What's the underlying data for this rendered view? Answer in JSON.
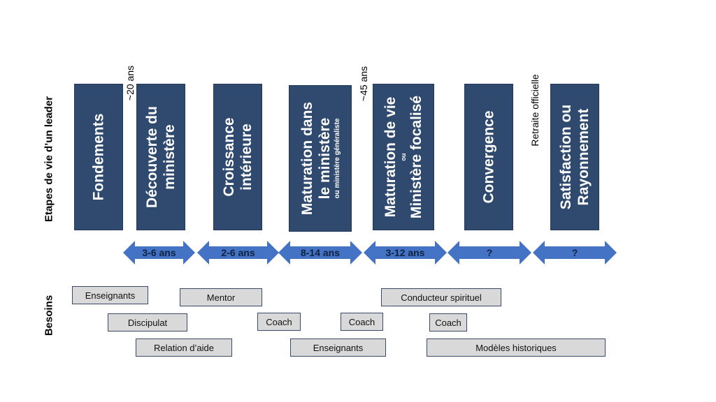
{
  "left_labels": {
    "stages": "Etapes de vie d’un leader",
    "needs": "Besoins"
  },
  "stages": [
    {
      "lines": [
        "Fondements"
      ]
    },
    {
      "lines": [
        "Découverte du",
        "ministère"
      ]
    },
    {
      "lines": [
        "Croissance",
        "intérieure"
      ]
    },
    {
      "lines": [
        "Maturation dans",
        "le ministère"
      ],
      "sub": "ou ministère généraliste"
    },
    {
      "lines": [
        "Maturation de vie"
      ],
      "mid": "ou",
      "lines2": [
        "Ministère focalisé"
      ]
    },
    {
      "lines": [
        "Convergence"
      ]
    },
    {
      "lines": [
        "Satisfaction ou",
        "Rayonnement"
      ]
    }
  ],
  "age_notes": [
    "~20 ans",
    "~45 ans",
    "Retraite officielle"
  ],
  "arrows": [
    "3-6 ans",
    "2-6 ans",
    "8-14 ans",
    "3-12 ans",
    "?",
    "?"
  ],
  "colors": {
    "stage_fill": "#2f4a6e",
    "arrow_fill": "#4472c4",
    "arrow_text": "#0f2340",
    "need_fill": "#d9d9d9",
    "need_border": "#3a4a66"
  },
  "needs": [
    "Enseignants",
    "Mentor",
    "Conducteur spirituel",
    "Discipulat",
    "Coach",
    "Coach",
    "Coach",
    "Relation d’aide",
    "Enseignants",
    "Modèles historiques"
  ]
}
